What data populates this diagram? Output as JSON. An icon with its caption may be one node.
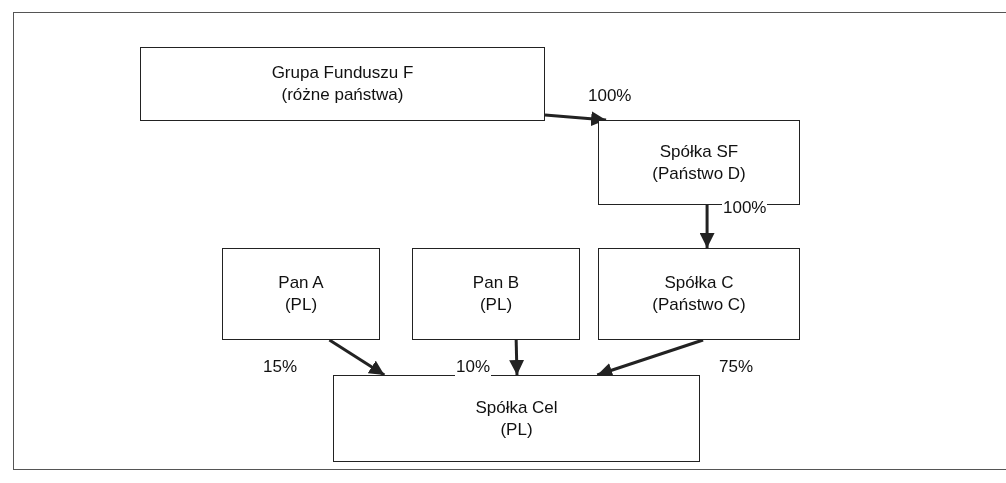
{
  "diagram": {
    "nodes": [
      {
        "text": [
          "Grupa Funduszu F",
          "(różne państwa)"
        ]
      },
      {
        "text": [
          "Spółka SF",
          "(Państwo D)"
        ]
      },
      {
        "text": [
          "Pan A",
          "(PL)"
        ]
      },
      {
        "text": [
          "Pan B",
          "(PL)"
        ]
      },
      {
        "text": [
          "Spółka C",
          "(Państwo C)"
        ]
      },
      {
        "text": [
          "Spółka Cel",
          "(PL)"
        ]
      }
    ],
    "edges": [
      {
        "from": 0,
        "to": 1,
        "arrow": "to",
        "label": "100%"
      },
      {
        "from": 1,
        "to": 4,
        "arrow": "to",
        "label": "100%"
      },
      {
        "from": 2,
        "to": 5,
        "arrow": "to",
        "label": "15%"
      },
      {
        "from": 3,
        "to": 5,
        "arrow": "to",
        "label": "10%"
      },
      {
        "from": 4,
        "to": 5,
        "arrow": "to",
        "label": "75%"
      }
    ]
  }
}
